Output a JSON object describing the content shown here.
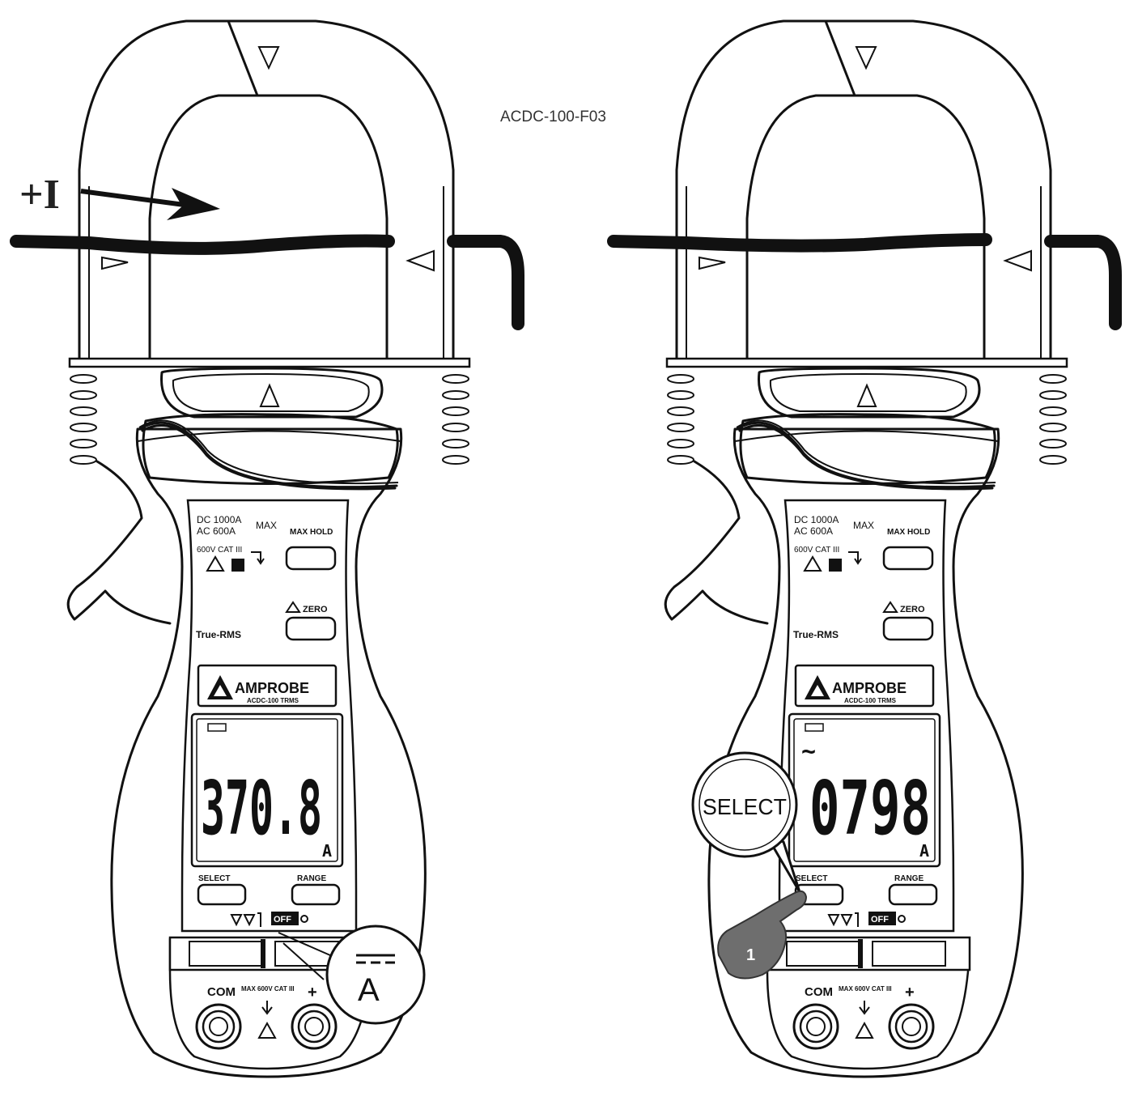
{
  "figure_code": "ACDC-100-F03",
  "current_label": "+I",
  "meters": [
    {
      "id": "left",
      "brand": "AMPROBE",
      "model": "ACDC-100 TRMS",
      "spec_line1": "DC 1000A",
      "spec_line2": "AC 600A",
      "spec_max": "MAX",
      "cat_rating": "600V CAT III",
      "max_hold_label": "MAX HOLD",
      "zero_label": "ZERO",
      "true_rms_label": "True-RMS",
      "select_label": "SELECT",
      "range_label": "RANGE",
      "off_label": "OFF",
      "com_label": "COM",
      "plus_label": "+",
      "terminal_rating": "MAX 600V CAT III",
      "display_reading": "370.8",
      "display_unit": "A",
      "ac_indicator": ""
    },
    {
      "id": "right",
      "brand": "AMPROBE",
      "model": "ACDC-100 TRMS",
      "spec_line1": "DC 1000A",
      "spec_line2": "AC 600A",
      "spec_max": "MAX",
      "cat_rating": "600V CAT III",
      "max_hold_label": "MAX HOLD",
      "zero_label": "ZERO",
      "true_rms_label": "True-RMS",
      "select_label": "SELECT",
      "range_label": "RANGE",
      "off_label": "OFF",
      "com_label": "COM",
      "plus_label": "+",
      "terminal_rating": "MAX 600V CAT III",
      "display_reading": "0798",
      "display_unit": "A",
      "ac_indicator": "~"
    }
  ],
  "callouts": {
    "dc_amps_symbol": "A",
    "select_bubble": "SELECT",
    "step_number": "1"
  }
}
